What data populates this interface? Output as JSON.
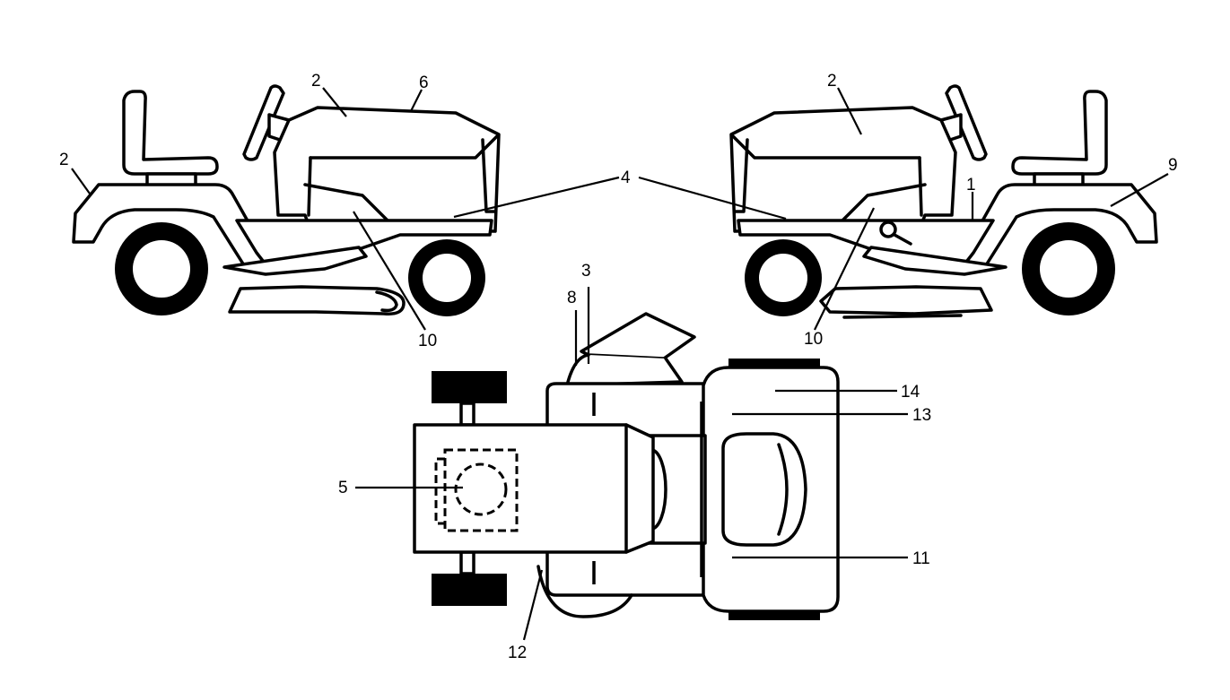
{
  "callouts": {
    "left_view": {
      "rear_fender": "2",
      "hood_top": "2",
      "hood_front": "6",
      "hood_side": "4",
      "footrest": "10"
    },
    "right_view": {
      "hood_top": "2",
      "hood_side": "4",
      "footrest": "10",
      "frame": "1",
      "rear_fender": "9"
    },
    "top_view": {
      "chute": "3",
      "deck_left": "8",
      "hood_area": "5",
      "rear_top": "14",
      "rear_mid": "13",
      "rear_bottom": "11",
      "deck_bottom": "12"
    }
  }
}
